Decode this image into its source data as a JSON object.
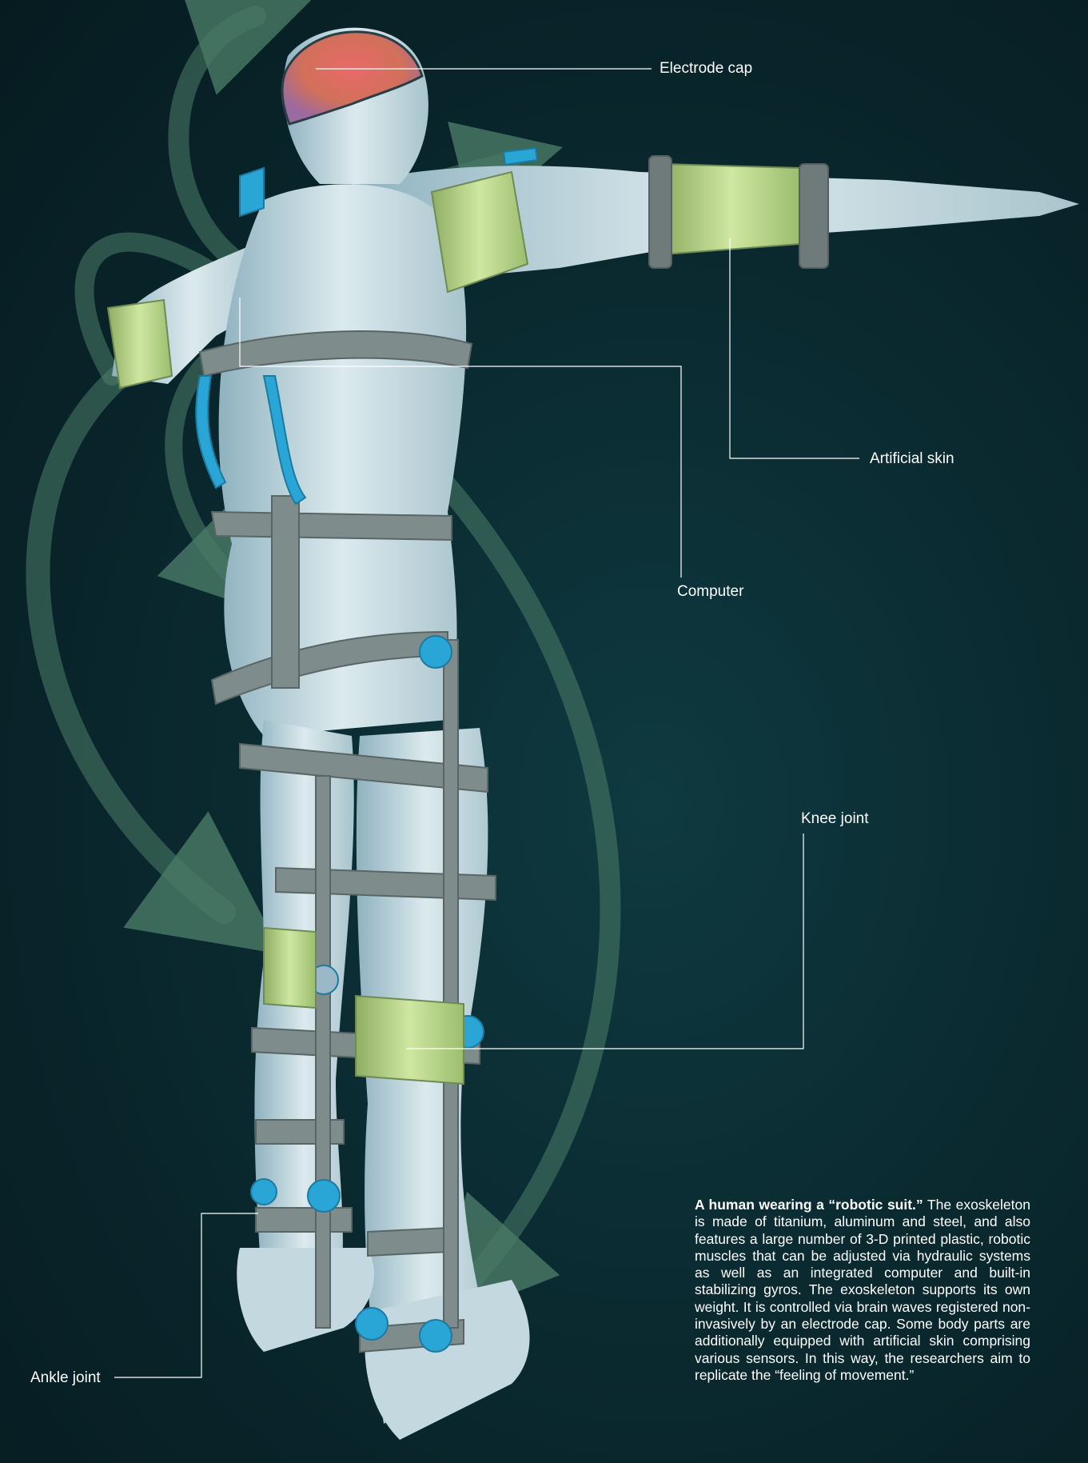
{
  "labels": {
    "electrode_cap": "Electrode cap",
    "artificial_skin": "Artificial skin",
    "computer": "Computer",
    "knee_joint": "Knee joint",
    "ankle_joint": "Ankle joint"
  },
  "caption": {
    "bold": "A human wearing a “robotic suit.”",
    "text": " The exo­skeleton is made of titanium, aluminum and steel, and also features a large number of 3-D printed plastic, robotic muscles that can be adjusted via hydraulic systems as well as an integrated computer and built-in stabilizing gyros. The exo­skeleton supports its own weight. It is controlled via brain waves registered non-invasively by an electrode cap. Some body parts are additionally equipped with artificial skin comprising various sensors. In this way, the researchers aim to rep­licate the “feeling of movement.”"
  },
  "colors": {
    "background": "#0a2a30",
    "body": "#c8dde4",
    "strap": "#7f8c8c",
    "accent_blue": "#2aa6d6",
    "skin_patch": "#b9d98a",
    "electrode_cap": "#d85a5a",
    "arrow": "#3f6b5c",
    "leader_line": "#ffffff"
  }
}
